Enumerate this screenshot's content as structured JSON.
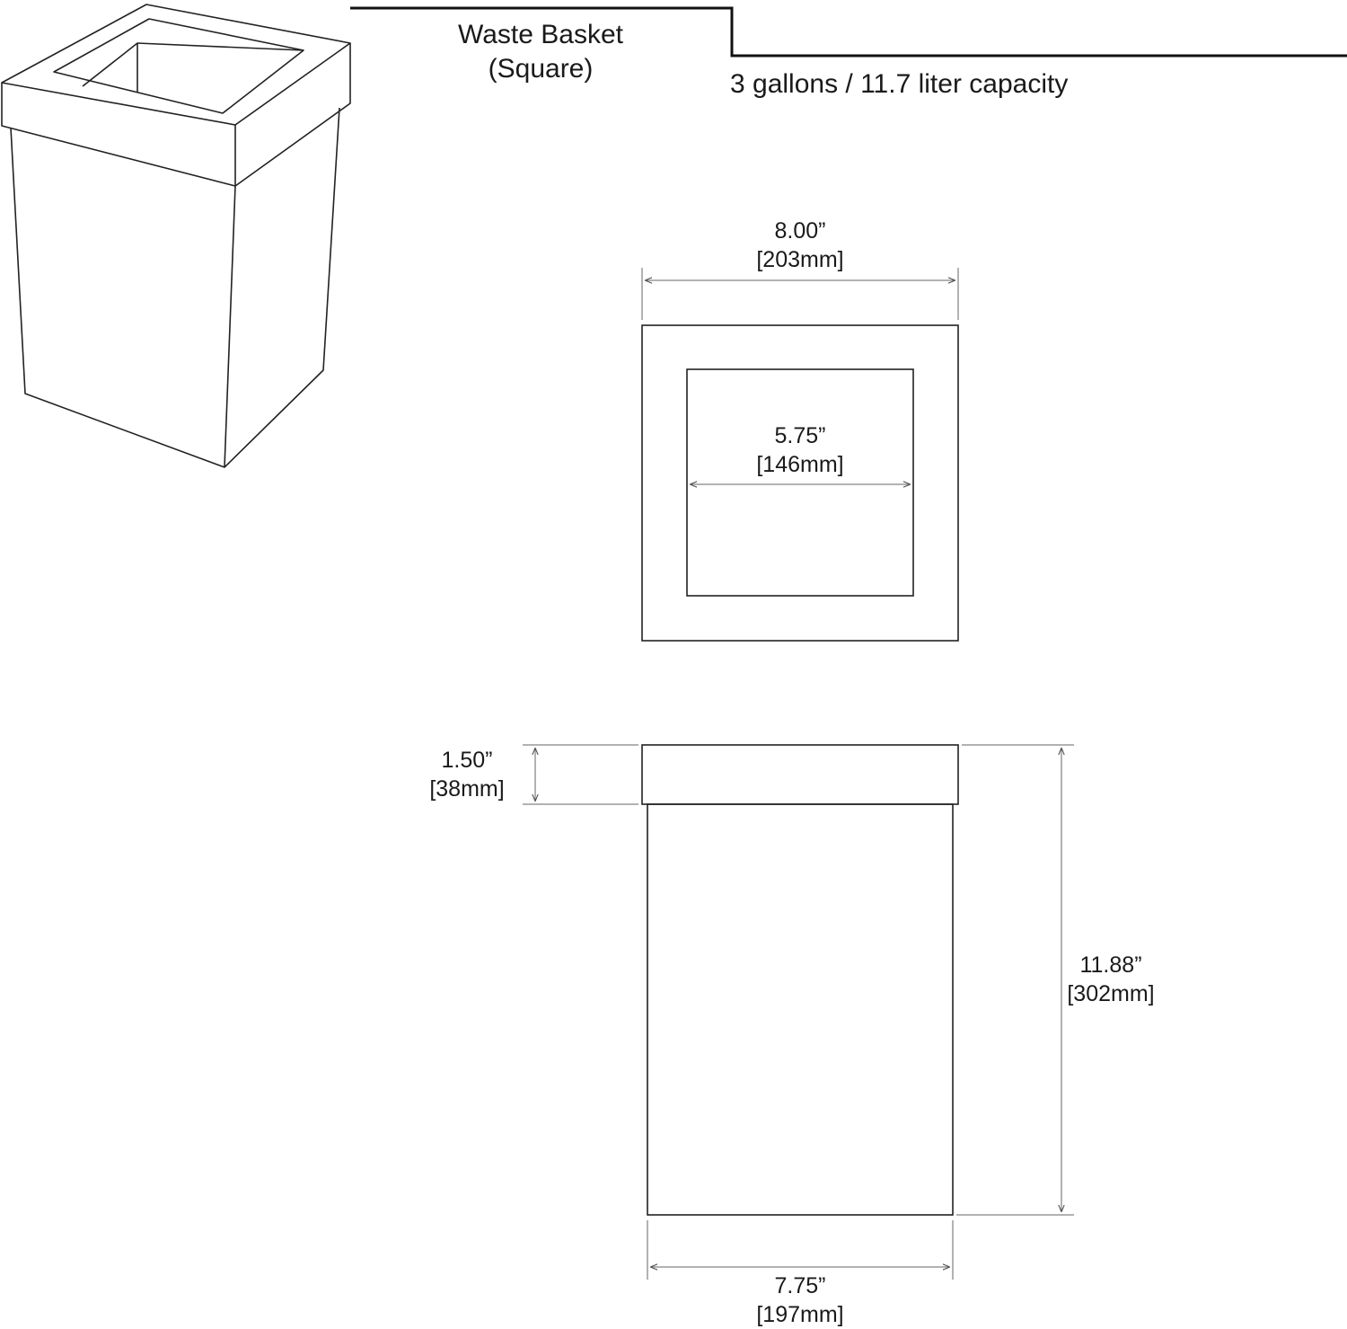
{
  "header": {
    "title_line1": "Waste Basket",
    "title_line2": "(Square)",
    "capacity": "3 gallons / 11.7 liter capacity"
  },
  "dimensions": {
    "outer_width": {
      "inch": "8.00”",
      "mm": "[203mm]"
    },
    "inner_opening": {
      "inch": "5.75”",
      "mm": "[146mm]"
    },
    "lid_height": {
      "inch": "1.50”",
      "mm": "[38mm]"
    },
    "total_height": {
      "inch": "11.88”",
      "mm": "[302mm]"
    },
    "body_width": {
      "inch": "7.75”",
      "mm": "[197mm]"
    }
  },
  "colors": {
    "line": "#1a1a1a",
    "dim_line": "#555555",
    "background": "#ffffff"
  }
}
